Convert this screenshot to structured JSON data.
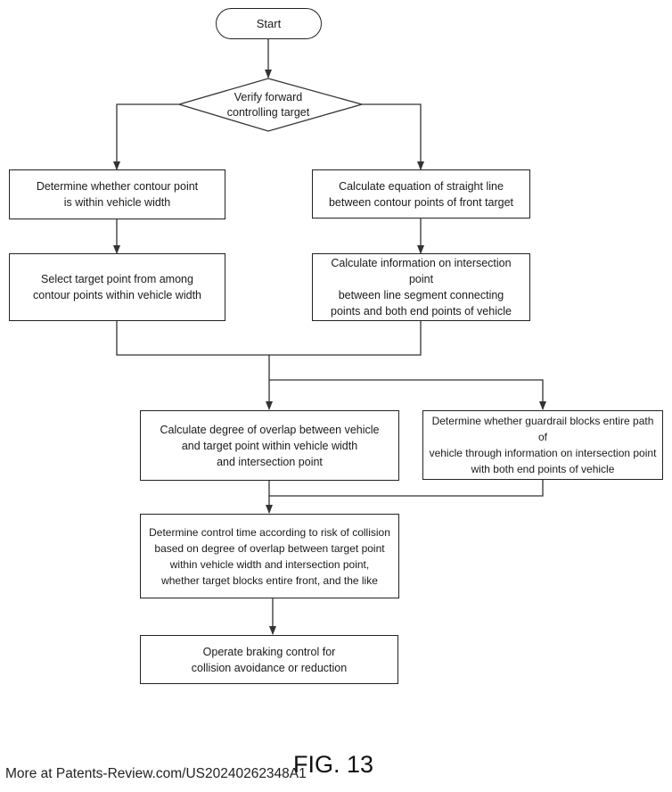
{
  "nodes": {
    "start": "Start",
    "verify": "Verify forward\ncontrolling target",
    "contour_width": "Determine whether contour point\nis within vehicle width",
    "select_target": "Select target point from among\ncontour points within vehicle width",
    "straight_line": "Calculate equation of straight line\nbetween contour points of front target",
    "intersection_info": "Calculate information on intersection point\nbetween line segment connecting\npoints and both end points of vehicle",
    "overlap": "Calculate degree of overlap between vehicle\nand target point within vehicle width\nand intersection point",
    "guardrail": "Determine whether guardrail blocks entire path of\nvehicle through information on intersection point\nwith both end points of vehicle",
    "control_time": "Determine control time according to risk of collision\nbased on degree of overlap between target point\nwithin vehicle width and intersection point,\nwhether target blocks entire front, and the like",
    "braking": "Operate braking control for\ncollision avoidance or reduction"
  },
  "figure_label": "FIG. 13",
  "footer_text": "More at Patents-Review.com/US20240262348A1"
}
